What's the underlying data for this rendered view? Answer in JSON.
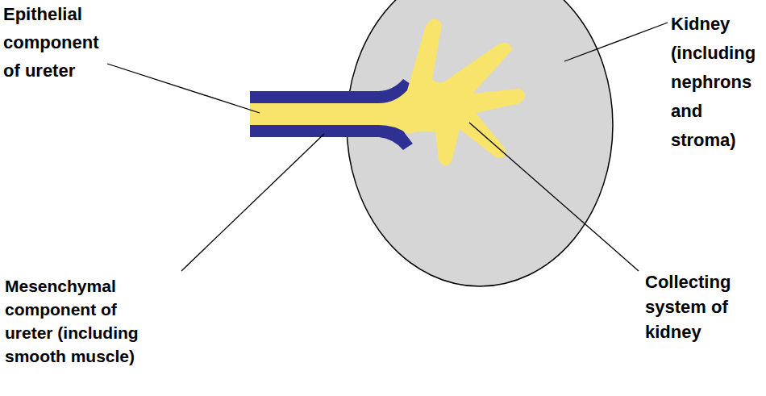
{
  "diagram": {
    "labels": [
      "Epithelial component of ureter",
      "Kidney (including nephrons and stroma)",
      "Collecting system of kidney",
      "Mesenchymal component of ureter (including smooth muscle)"
    ]
  }
}
